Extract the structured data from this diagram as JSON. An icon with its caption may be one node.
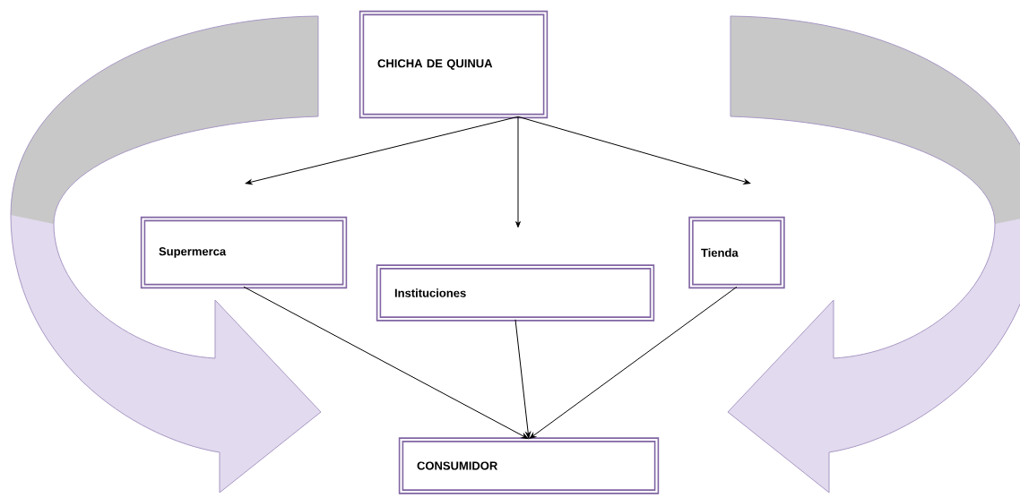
{
  "diagram": {
    "nodes": [
      {
        "text": [
          "CHICHA DE QUINUA"
        ]
      },
      {
        "text": [
          "Supermerca"
        ]
      },
      {
        "text": [
          "Instituciones"
        ]
      },
      {
        "text": [
          "Tienda"
        ]
      },
      {
        "text": [
          "CONSUMIDOR"
        ]
      }
    ],
    "edges": [
      {
        "from": 0,
        "to": null,
        "arrow": "to"
      },
      {
        "from": 0,
        "to": null,
        "arrow": "to"
      },
      {
        "from": 0,
        "to": null,
        "arrow": "to"
      },
      {
        "from": 1,
        "to": 4,
        "arrow": "to"
      },
      {
        "from": 2,
        "to": 4,
        "arrow": "to"
      },
      {
        "from": 3,
        "to": 4,
        "arrow": "to"
      }
    ]
  }
}
